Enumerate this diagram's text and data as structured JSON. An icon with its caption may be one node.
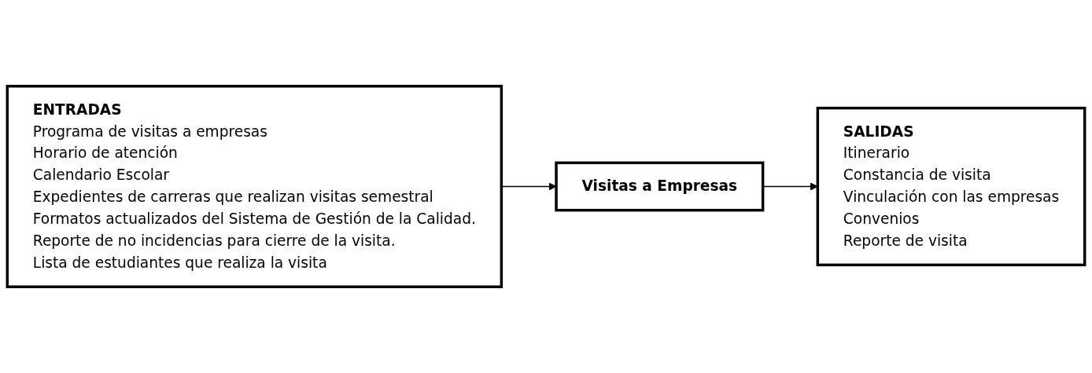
{
  "diagram": {
    "nodes": [
      {
        "text": [
          "ENTRADAS",
          "Programa de visitas a empresas",
          "Horario de atención",
          "Calendario Escolar",
          "Expedientes de carreras que realizan visitas semestral",
          "Formatos actualizados del Sistema de Gestión de la Calidad.",
          "Reporte de no incidencias para cierre de la visita.",
          "Lista de estudiantes que realiza la visita"
        ]
      },
      {
        "text": [
          "Visitas a Empresas"
        ]
      },
      {
        "text": [
          "SALIDAS",
          "Itinerario",
          "Constancia de visita",
          "Vinculación con las empresas",
          "Convenios",
          "Reporte de visita"
        ]
      }
    ],
    "edges": [
      {
        "from": 0,
        "to": 1,
        "arrow": "to"
      },
      {
        "from": 1,
        "to": 2,
        "arrow": "to"
      }
    ]
  }
}
